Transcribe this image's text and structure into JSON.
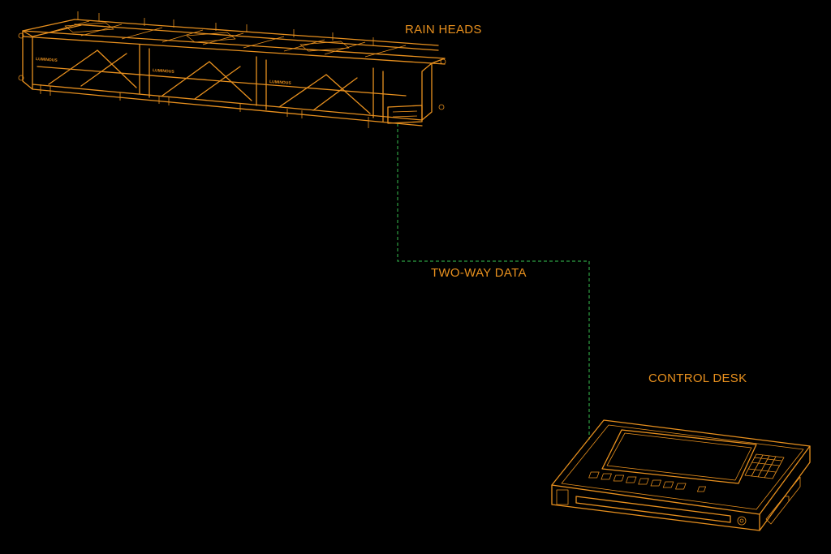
{
  "labels": {
    "rain_heads": "RAIN HEADS",
    "two_way_data": "TWO-WAY DATA",
    "control_desk": "CONTROL DESK"
  },
  "colors": {
    "background": "#000000",
    "outline": "#e8901e",
    "data_link": "#2ea043"
  },
  "icons": {
    "rain_heads": "truss-rig-icon",
    "control_desk": "control-desk-icon"
  }
}
